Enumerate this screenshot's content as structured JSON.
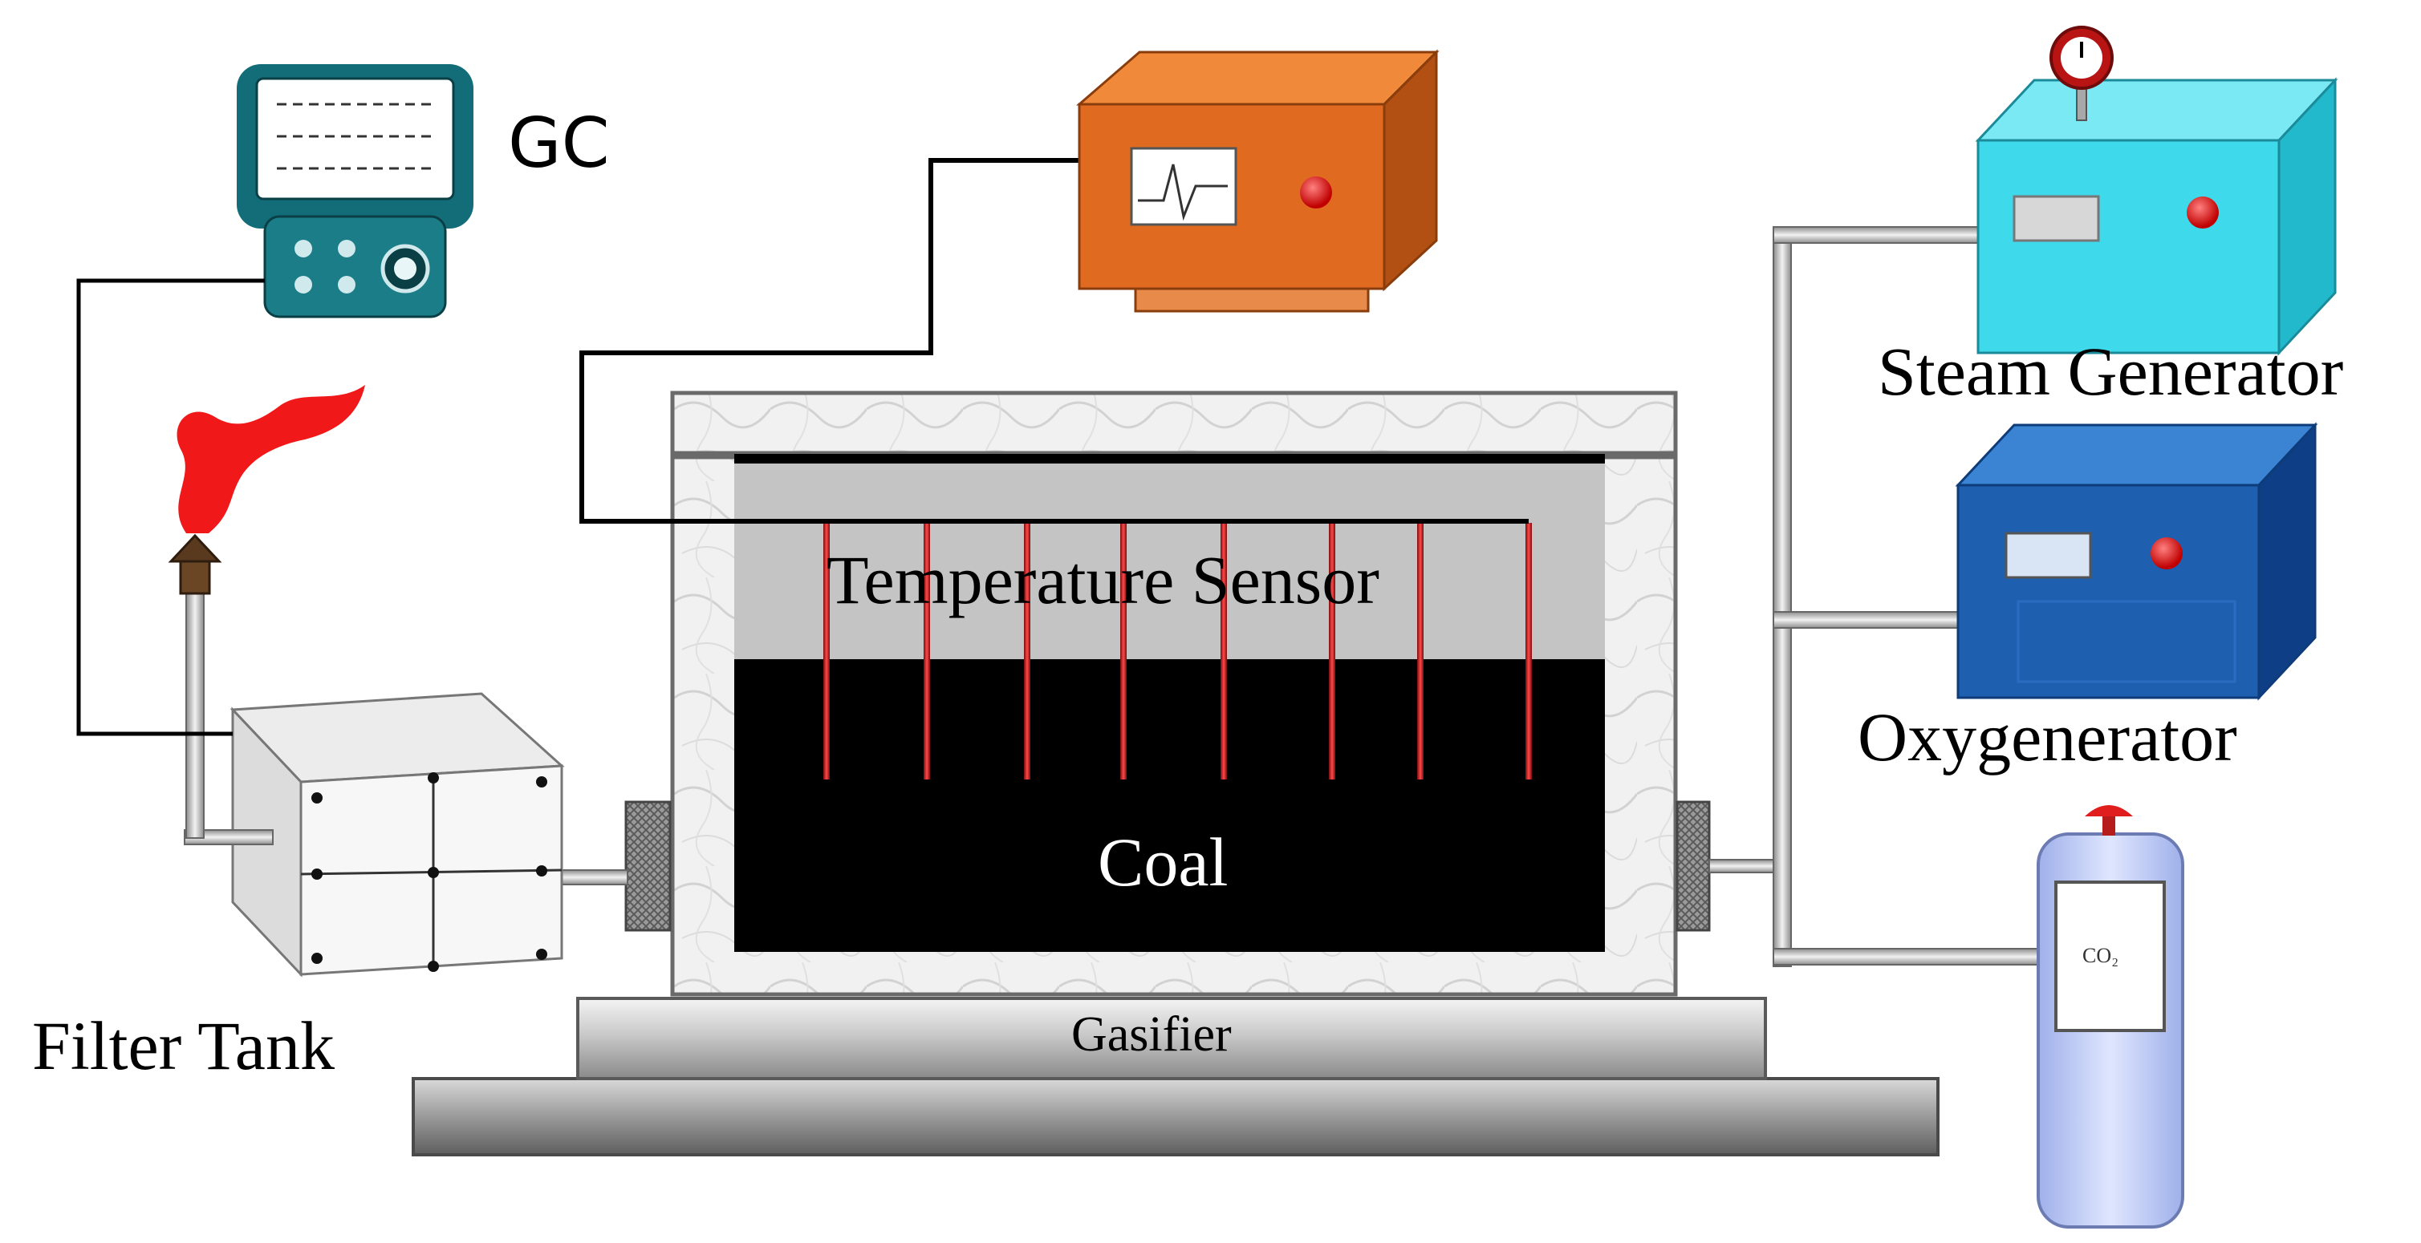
{
  "labels": {
    "gc": "GC",
    "steam_generator": "Steam Generator",
    "oxygenerator": "Oxygenerator",
    "temperature_sensor": "Temperature Sensor",
    "coal": "Coal",
    "gasifier": "Gasifier",
    "filter_tank": "Filter Tank",
    "co2": "CO₂"
  },
  "colors": {
    "recorder_orange": "#e06a1f",
    "steam_cyan": "#3fd9ec",
    "oxygen_blue": "#1f5fb0",
    "gc_teal": "#136d78",
    "flame_red": "#f01818",
    "sensor_red": "#c81e1e",
    "coal_black": "#000000",
    "gas_layer_gray": "#c4c4c4",
    "indicator_red": "#e60000"
  },
  "sensor_probe_count": 8
}
